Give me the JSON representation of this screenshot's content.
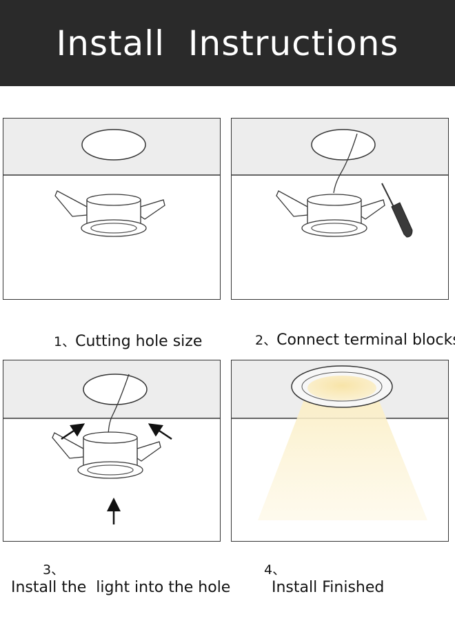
{
  "title": "Install  Instructions",
  "steps": [
    {
      "number": "1、",
      "label": "Cutting hole size"
    },
    {
      "number": "2、",
      "label": "Connect terminal blocks"
    },
    {
      "number": "3、",
      "label": "Install the  light into the hole"
    },
    {
      "number": "4、",
      "label": "Install Finished"
    }
  ],
  "colors": {
    "banner": "#2a2a2a",
    "ceiling": "#ededed",
    "light_beam": "#fbeec3"
  }
}
